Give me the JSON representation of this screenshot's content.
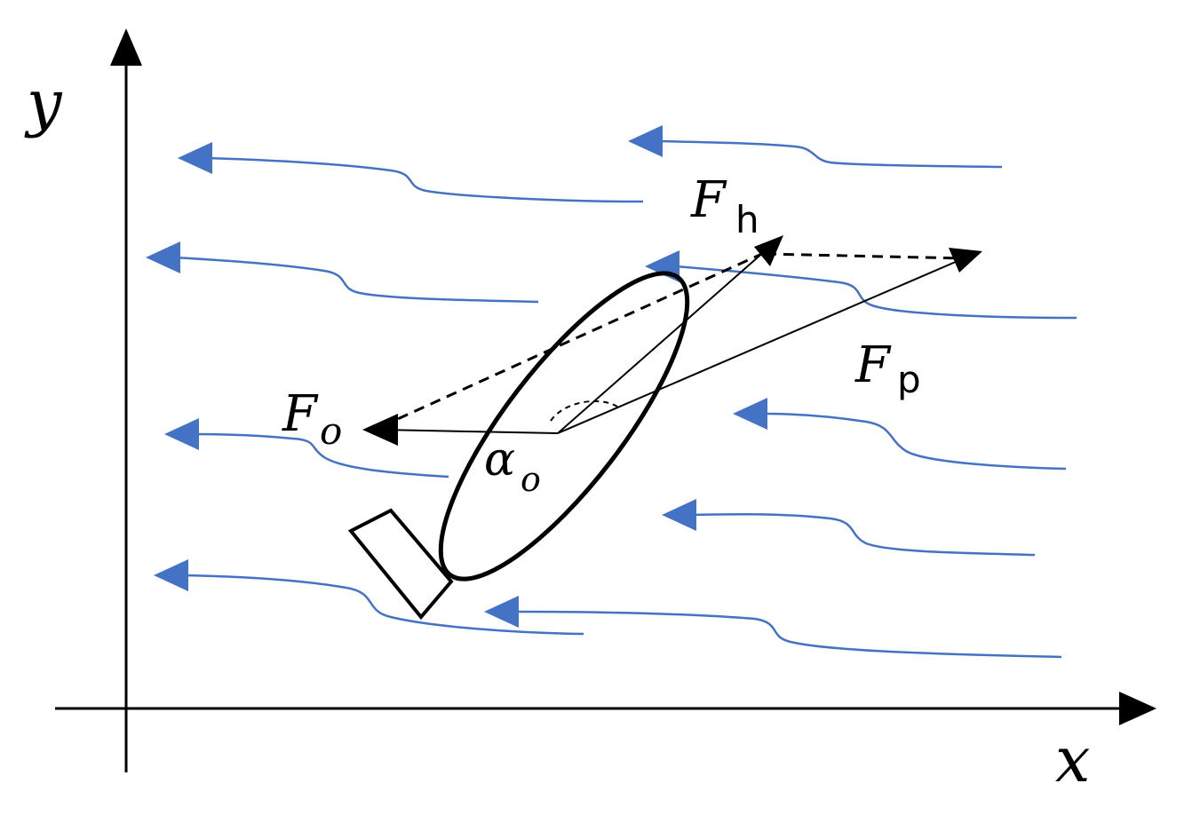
{
  "axes": {
    "x_label": "x",
    "y_label": "y"
  },
  "forces": {
    "hydro": {
      "main": "F",
      "sub": "h"
    },
    "propulsion": {
      "main": "F",
      "sub": "p"
    },
    "resultant": {
      "main": "F",
      "sub": "o"
    }
  },
  "angle": {
    "main": "α",
    "sub": "o"
  },
  "colors": {
    "flow": "#4472c4",
    "ink": "#000000"
  }
}
